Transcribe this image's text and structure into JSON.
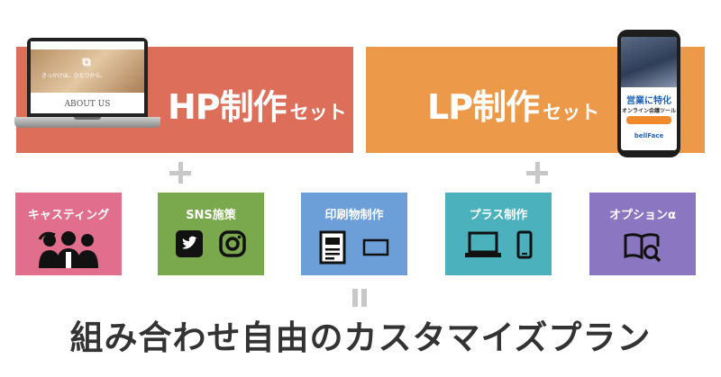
{
  "colors": {
    "hp": "#dd6e59",
    "lp": "#ec9a4a",
    "casting": "#e06e8c",
    "sns": "#7aa84d",
    "print": "#6c9fd8",
    "plus_production": "#4bb1bd",
    "option": "#8a76c1",
    "operator": "#c8c8c8",
    "tagline": "#333333"
  },
  "banners": {
    "hp": {
      "main": "HP制作",
      "sub": "セット",
      "screen_logo": "ABOUT US",
      "screen_hero": "きっかけは、ひとつから。"
    },
    "lp": {
      "main": "LP制作",
      "sub": "セット",
      "screen_headline": "営業に特化",
      "screen_sub": "オンライン会議ツール",
      "screen_logo": "bellFace"
    }
  },
  "options": [
    {
      "label": "キャスティング",
      "icon": "people-icon"
    },
    {
      "label": "SNS施策",
      "icon": "twitter-instagram-icon"
    },
    {
      "label": "印刷物制作",
      "icon": "print-icon"
    },
    {
      "label": "プラス制作",
      "icon": "devices-icon"
    },
    {
      "label": "オプションα",
      "icon": "book-search-icon"
    }
  ],
  "tagline": "組み合わせ自由のカスタマイズプラン"
}
